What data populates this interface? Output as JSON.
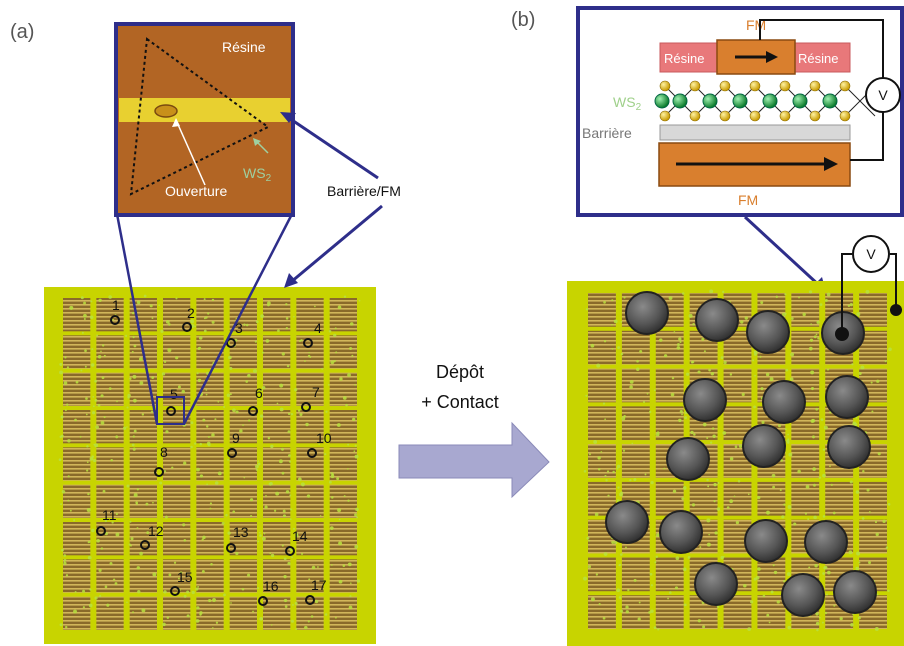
{
  "panel_a": {
    "label": "(a)",
    "inset": {
      "resin_label": "Résine",
      "opening_label": "Ouverture",
      "ws2_label": "WS",
      "ws2_sub": "2"
    },
    "barrier_fm_label": "Barrière/FM",
    "site_numbers": [
      "1",
      "2",
      "3",
      "4",
      "5",
      "6",
      "7",
      "8",
      "9",
      "10",
      "11",
      "12",
      "13",
      "14",
      "15",
      "16",
      "17"
    ]
  },
  "arrow_label_line1": "Dépôt",
  "arrow_label_line2": "+ Contact",
  "panel_b": {
    "label": "(b)",
    "schematic": {
      "fm_top": "FM",
      "resin_left": "Résine",
      "resin_right": "Résine",
      "ws2_label": "WS",
      "ws2_sub": "2",
      "barrier_label": "Barrière",
      "fm_bottom": "FM",
      "voltmeter": "V"
    },
    "voltmeter": "V"
  },
  "colors": {
    "substrate": "#c8d400",
    "navy": "#2e2e8a",
    "inset_bg": "#b5651d",
    "fm": "#d97f2e",
    "resin": "#e8787a",
    "arrow": "#a8a8d0"
  }
}
